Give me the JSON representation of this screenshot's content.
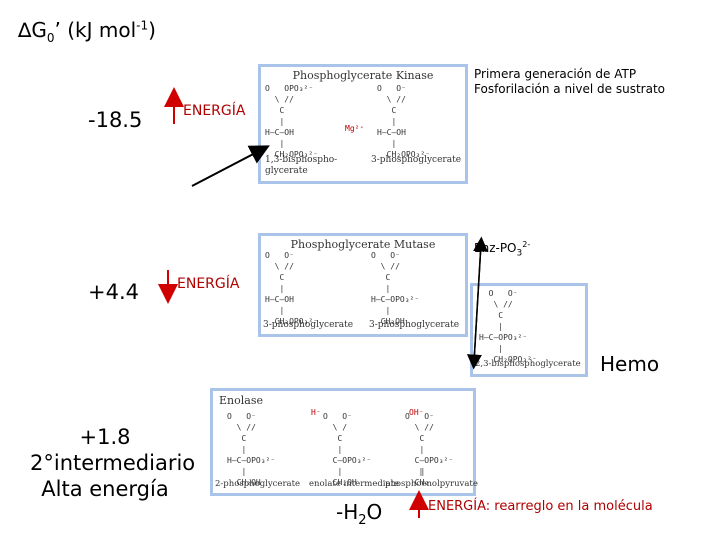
{
  "title": {
    "delta": "∆G",
    "sub0": "0",
    "prime": "’ (kJ mol",
    "sup": "-1",
    "close": ")"
  },
  "rows": [
    {
      "dg": "-18.5",
      "energy": "ENERGÍA"
    },
    {
      "dg": "+4.4",
      "energy": "ENERGÍA"
    },
    {
      "dg_lines": [
        "+1.8",
        "2°intermediario",
        "Alta energía"
      ]
    }
  ],
  "notes": {
    "first_gen": "Primera generación de ATP",
    "substrate": "Fosforilación a nivel de sustrato",
    "enz": "Enz-PO",
    "enz_sub": "3",
    "enz_sup": "2-",
    "hemo": "Hemo",
    "h2o_pre": "-H",
    "h2o_sub": "2",
    "h2o_post": "O",
    "rearrange": "ENERGÍA: rearreglo en la molécula"
  },
  "panels": {
    "kinase": {
      "title": "Phosphoglycerate Kinase",
      "left_caption": "1,3-bisphospho-\nglycerate",
      "right_caption": "3-phosphoglycerate",
      "cofactor": "Mg²⁺",
      "left_struct": "O   OPO₃²⁻\n  \\ //\n   C\n   |\nH—C—OH\n   |\n  CH₂OPO₃²⁻",
      "right_struct": "O   O⁻\n  \\ //\n   C\n   |\nH—C—OH\n   |\n  CH₂OPO₃²⁻"
    },
    "mutase": {
      "title": "Phosphoglycerate Mutase",
      "left_caption": "3-phosphoglycerate",
      "right_caption": "3-phosphoglycerate",
      "left_struct": "O   O⁻\n  \\ //\n   C\n   |\nH—C—OH\n   |\n  CH₂OPO₃²⁻",
      "right_struct": "O   O⁻\n  \\ //\n   C\n   |\nH—C—OPO₃²⁻\n   |\n  CH₂OH"
    },
    "bpg": {
      "caption": "2,3-bisphosphoglycerate",
      "struct": "  O   O⁻\n   \\ //\n    C\n    |\nH—C—OPO₃²⁻\n    |\n   CH₂OPO₃²⁻"
    },
    "enolase": {
      "title": "Enolase",
      "captions": [
        "2-phosphoglycerate",
        "enolate intermediate",
        "phosphoenolpyruvate"
      ],
      "struct1": "O   O⁻\n  \\ //\n   C\n   |\nH—C—OPO₃²⁻\n   |\n  CH₂OH",
      "struct2": "O   O⁻\n  \\ /\n   C\n   |\n  C—OPO₃²⁻\n   |\n  CH₂OH",
      "struct3": "O   O⁻\n  \\ //\n   C\n   |\n  C—OPO₃²⁻\n   ‖\n  CH₂",
      "label_oh_minus_left": "H⁻",
      "label_oh_minus_right": "OH⁻"
    }
  },
  "colors": {
    "panel_border": "#a9c4e8",
    "energy_red": "#b00000",
    "arrow_red": "#d00000"
  }
}
